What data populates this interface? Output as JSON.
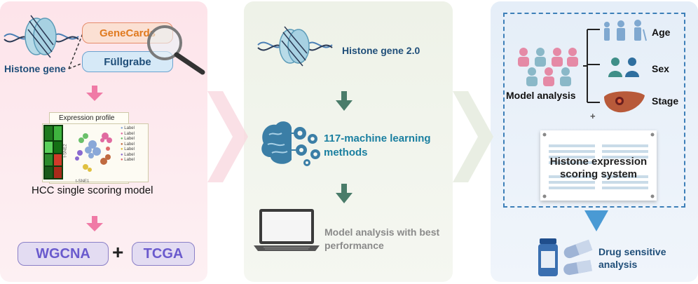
{
  "panel1": {
    "histone_gene": "Histone gene",
    "source1": "GeneCards",
    "source2": "Füllgrabe",
    "plot_title": "Expression profile",
    "plot_xlabel": "t-SNE1",
    "plot_ylabel": "t-SNE2",
    "legend_item": "Label",
    "model": "HCC single scoring model",
    "wgcna": "WGCNA",
    "plus": "+",
    "tcga": "TCGA"
  },
  "panel2": {
    "histone_gene": "Histone gene 2.0",
    "ml_line1": "117-machine learning",
    "ml_line2": "methods",
    "best_line1": "Model analysis with best",
    "best_line2": "performance"
  },
  "panel3": {
    "age": "Age",
    "sex": "Sex",
    "stage": "Stage",
    "model_analysis": "Model analysis",
    "plus": "+",
    "score_line1": "Histone expression",
    "score_line2": "scoring system",
    "drug_line1": "Drug sensitive",
    "drug_line2": "analysis"
  },
  "colors": {
    "pink_arrow": "#f07aa6",
    "green_arrow": "#4a7c6a",
    "blue_arrow": "#4a9ad4",
    "navy_text": "#1f4e79",
    "teal_text": "#1a7fa0",
    "orange_text": "#e07a20",
    "purple_text": "#6a5acd"
  }
}
